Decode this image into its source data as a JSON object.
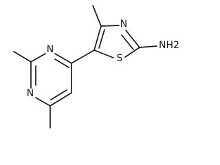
{
  "molecule": {
    "atoms": {
      "n_pyr_top": "N",
      "n_pyr_left": "N",
      "n_thz": "N",
      "s_thz": "S",
      "amine": "NH2"
    }
  }
}
